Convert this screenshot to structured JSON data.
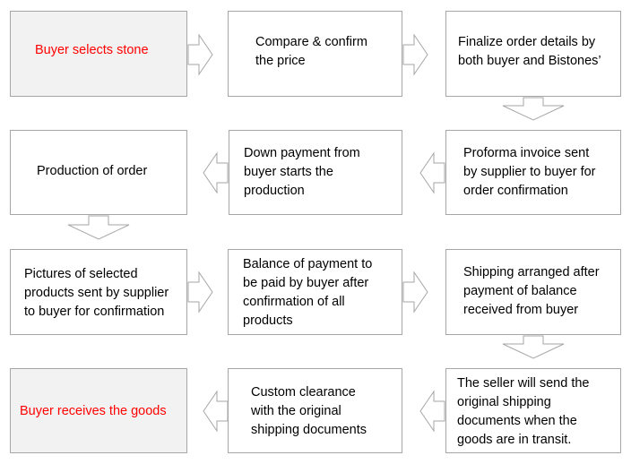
{
  "steps": {
    "buyer_selects_stone": "Buyer selects stone",
    "compare_confirm_price": "Compare & confirm\nthe price",
    "finalize_order_details": "Finalize order details by\nboth buyer and Bistones’",
    "production_of_order": "Production of order",
    "down_payment": "Down payment from\nbuyer starts the\nproduction",
    "proforma_invoice": "Proforma invoice sent\nby supplier to buyer for\norder confirmation",
    "pictures_sent": "Pictures of selected\nproducts sent by supplier\nto buyer for confirmation",
    "balance_of_payment": "Balance of payment to\nbe paid by buyer after\nconfirmation of all\nproducts",
    "shipping_arranged": "Shipping arranged after\npayment of balance\nreceived from buyer",
    "buyer_receives_goods": "Buyer receives the goods",
    "custom_clearance": "Custom clearance\nwith the original\nshipping documents",
    "seller_sends_documents": "The seller will send the\noriginal shipping\ndocuments when the\ngoods are in transit."
  },
  "colors": {
    "highlight_text": "#ff0000",
    "highlight_fill": "#f2f2f2",
    "border": "#a6a6a6"
  }
}
